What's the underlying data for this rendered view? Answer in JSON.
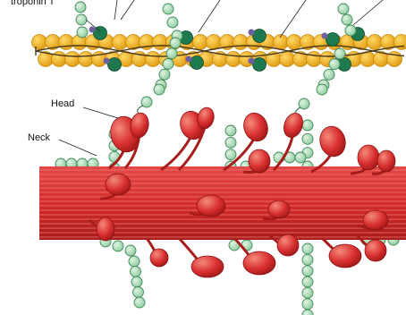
{
  "labels": {
    "troponin": "troponin T",
    "head": "Head",
    "neck": "Neck"
  },
  "colors": {
    "actin": "#f2b01e",
    "actin_dark": "#c98a10",
    "tropomyosin_strand": "#4a3a1a",
    "troponin_green": "#1e7a4e",
    "troponin_purple": "#6f5fa0",
    "titin_bead": "#a8dcb4",
    "titin_bead_edge": "#3f8a58",
    "myosin": "#d93030",
    "myosin_dark": "#a81c1c",
    "myosin_light": "#ef6a5a"
  }
}
